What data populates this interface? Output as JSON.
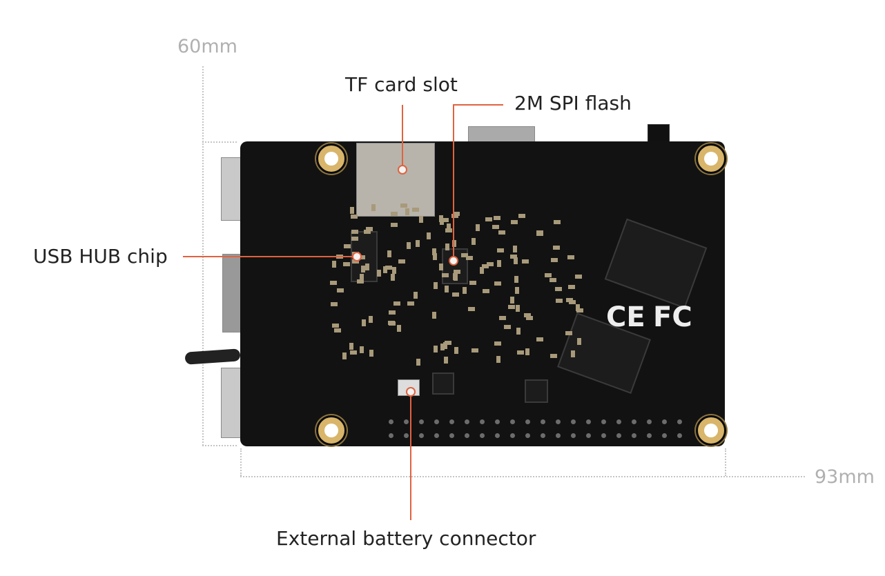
{
  "dimensions": {
    "height": "60mm",
    "width": "93mm"
  },
  "callouts": {
    "tf_card": "TF card slot",
    "spi_flash": "2M SPI flash",
    "usb_hub": "USB HUB chip",
    "battery": "External battery connector"
  },
  "board_marks": {
    "ce": "CE",
    "fc": "FC"
  },
  "colors": {
    "callout_line": "#e0623f",
    "dimension": "#b0b0b0",
    "board": "#121212"
  }
}
